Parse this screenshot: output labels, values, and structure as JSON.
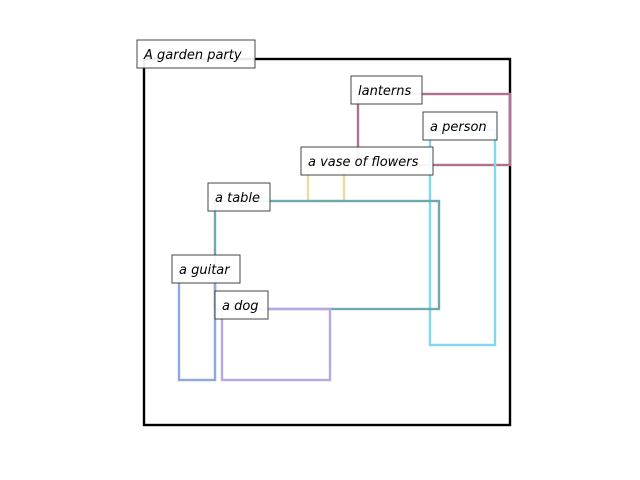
{
  "scene": {
    "label": "A garden party",
    "border_color": "#000000"
  },
  "objects": [
    {
      "label": "lanterns",
      "color": "#b07090"
    },
    {
      "label": "a person",
      "color": "#80d8e8"
    },
    {
      "label": "a vase of flowers",
      "color": "#e8dca0"
    },
    {
      "label": "a table",
      "color": "#70a8b0"
    },
    {
      "label": "a guitar",
      "color": "#90a8e0"
    },
    {
      "label": "a dog",
      "color": "#b8a8e0"
    }
  ]
}
